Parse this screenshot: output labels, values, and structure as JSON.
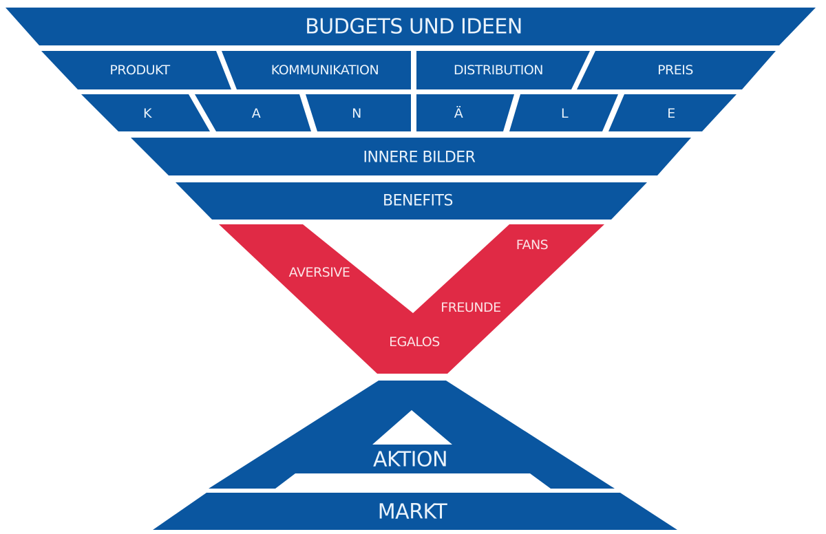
{
  "colors": {
    "blue": "#0a56a0",
    "red": "#e02a45",
    "background": "#ffffff",
    "text": "#eaf3fb"
  },
  "funnel": {
    "top": {
      "label": "BUDGETS UND IDEEN"
    },
    "marketing_mix": [
      {
        "label": "PRODUKT"
      },
      {
        "label": "KOMMUNIKATION"
      },
      {
        "label": "DISTRIBUTION"
      },
      {
        "label": "PREIS"
      }
    ],
    "channels": [
      {
        "label": "K"
      },
      {
        "label": "A"
      },
      {
        "label": "N"
      },
      {
        "label": "Ä"
      },
      {
        "label": "L"
      },
      {
        "label": "E"
      }
    ],
    "inner_images": {
      "label": "INNERE BILDER"
    },
    "benefits": {
      "label": "BENEFITS"
    }
  },
  "attitude_v": {
    "aversive": "AVERSIVE",
    "fans": "FANS",
    "freunde": "FREUNDE",
    "egalos": "EGALOS"
  },
  "bottom": {
    "action": {
      "label": "AKTION"
    },
    "market": {
      "label": "MARKT"
    }
  }
}
